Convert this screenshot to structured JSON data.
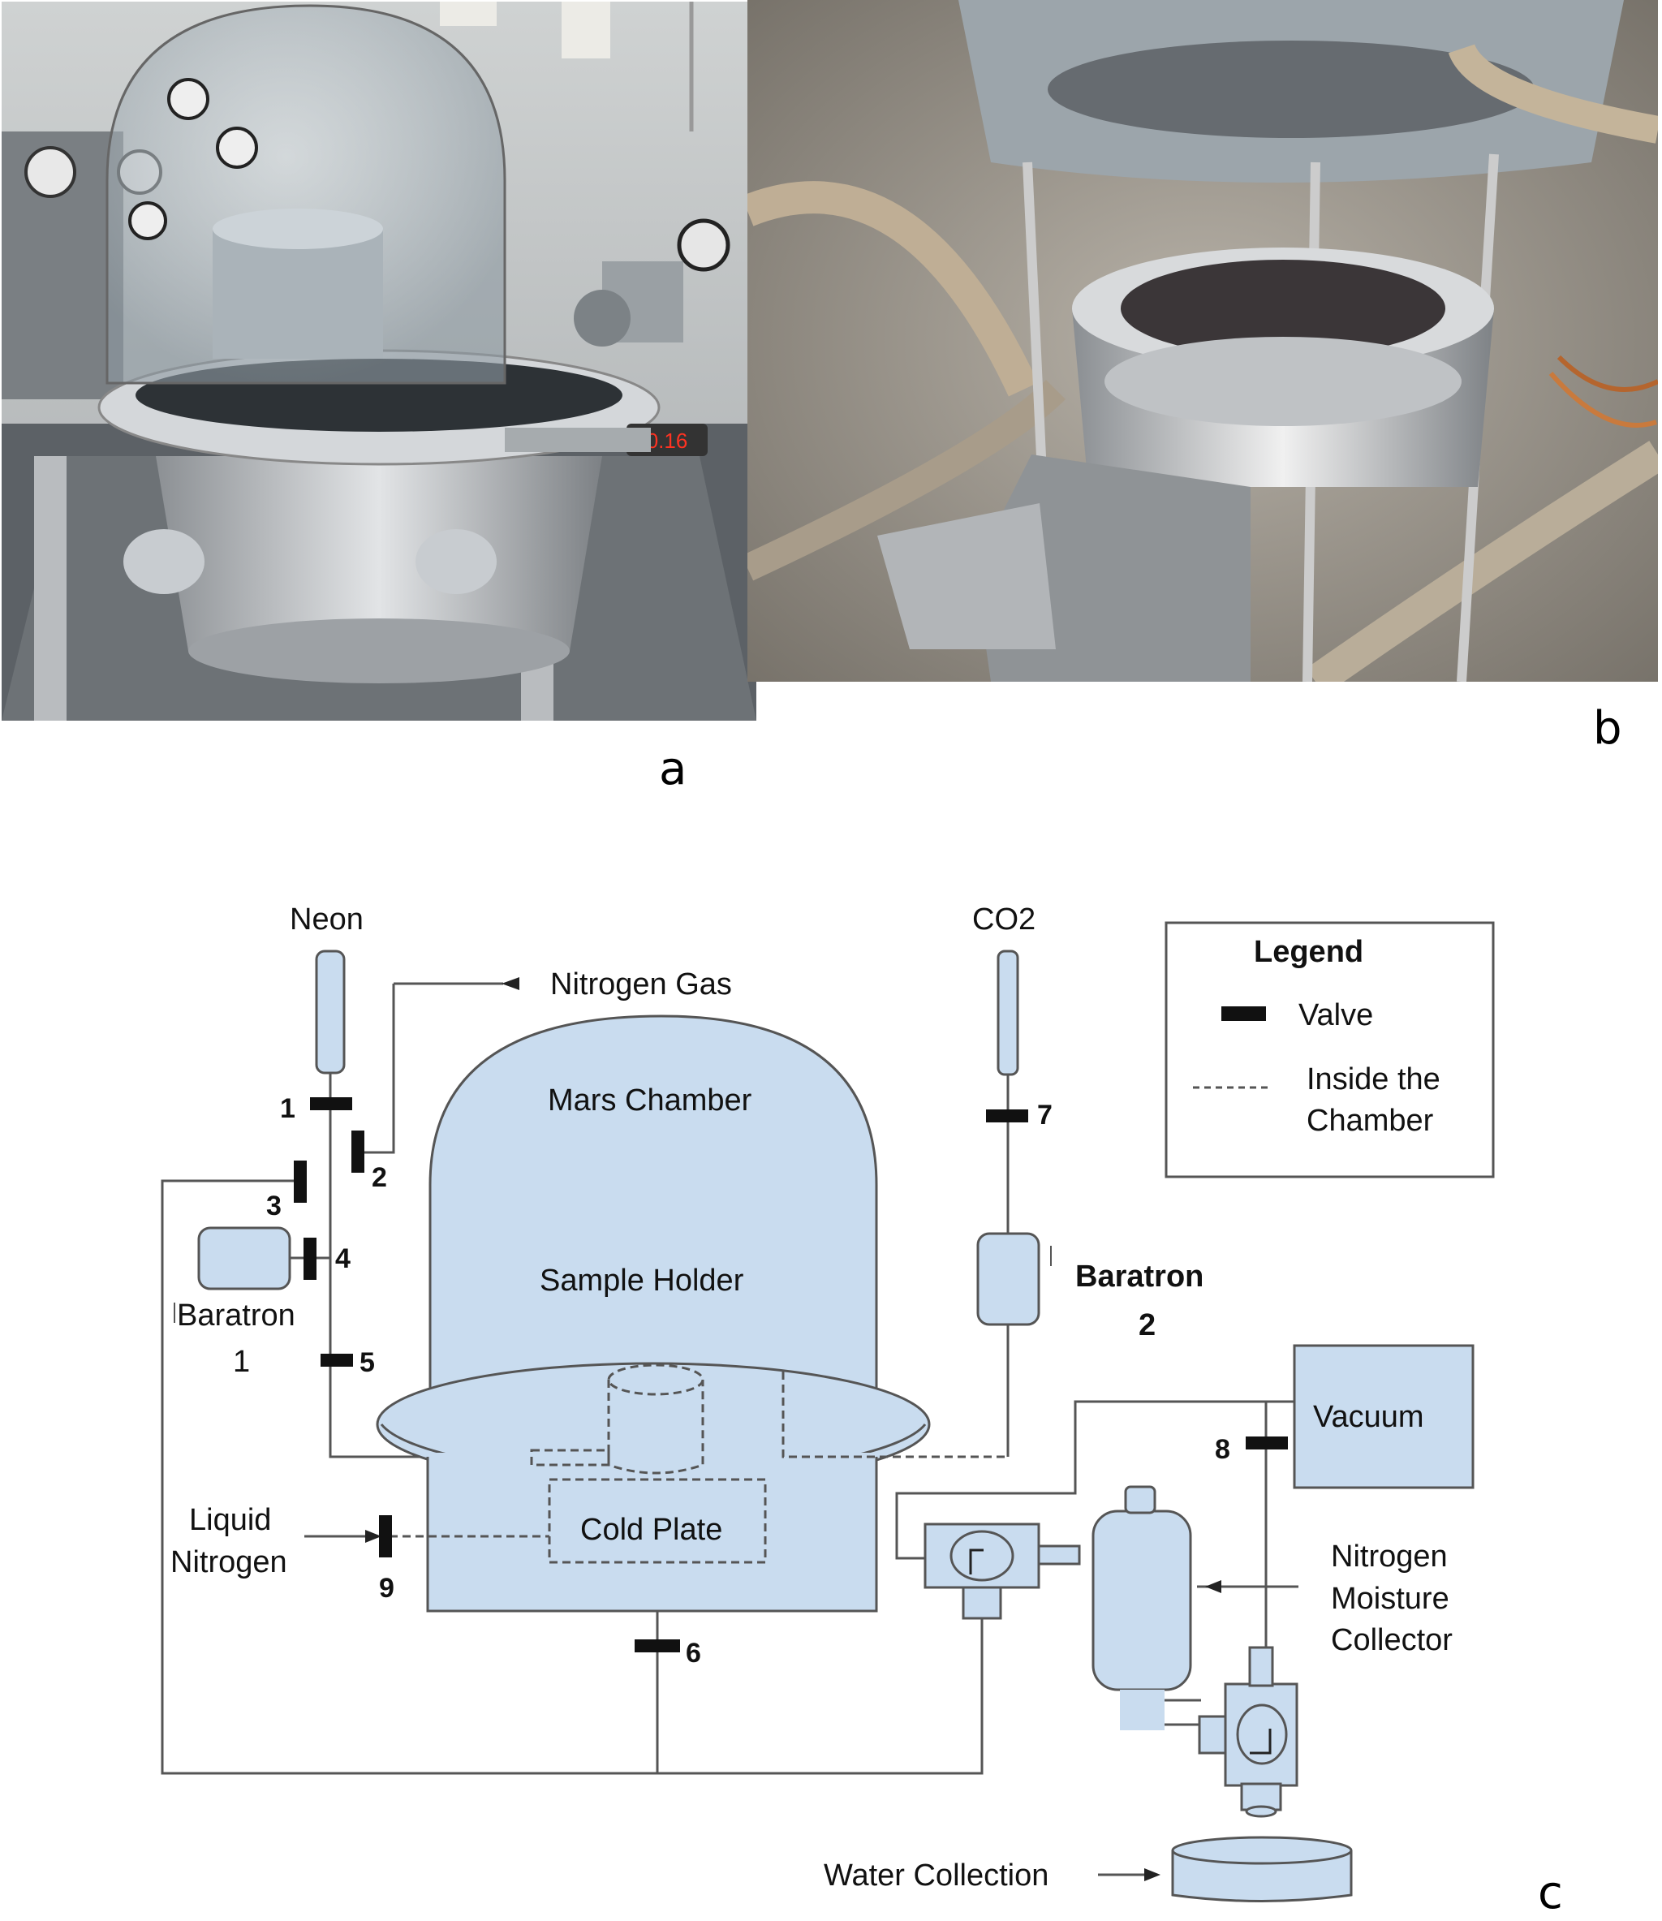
{
  "panels": {
    "a": {
      "letter": "a"
    },
    "b": {
      "letter": "b"
    },
    "c": {
      "letter": "c"
    }
  },
  "photo_a": {
    "gauge_readout": "0.16"
  },
  "diagram": {
    "labels": {
      "neon": "Neon",
      "co2": "CO2",
      "nitrogen_gas": "Nitrogen Gas",
      "mars_chamber": "Mars Chamber",
      "sample_holder": "Sample Holder",
      "cold_plate": "Cold Plate",
      "liquid_nitrogen_1": "Liquid",
      "liquid_nitrogen_2": "Nitrogen",
      "baratron1_name": "Baratron",
      "baratron1_num": "1",
      "baratron2_name": "Baratron",
      "baratron2_num": "2",
      "vacuum": "Vacuum",
      "moisture_1": "Nitrogen",
      "moisture_2": "Moisture",
      "moisture_3": "Collector",
      "water_collection": "Water Collection"
    },
    "valves": [
      "1",
      "2",
      "3",
      "4",
      "5",
      "6",
      "7",
      "8",
      "9"
    ],
    "legend": {
      "title": "Legend",
      "valve": "Valve",
      "inside_1": "Inside the",
      "inside_2": "Chamber"
    },
    "colors": {
      "fill": "#c9dcef",
      "stroke": "#555555",
      "valve": "#111111"
    }
  }
}
